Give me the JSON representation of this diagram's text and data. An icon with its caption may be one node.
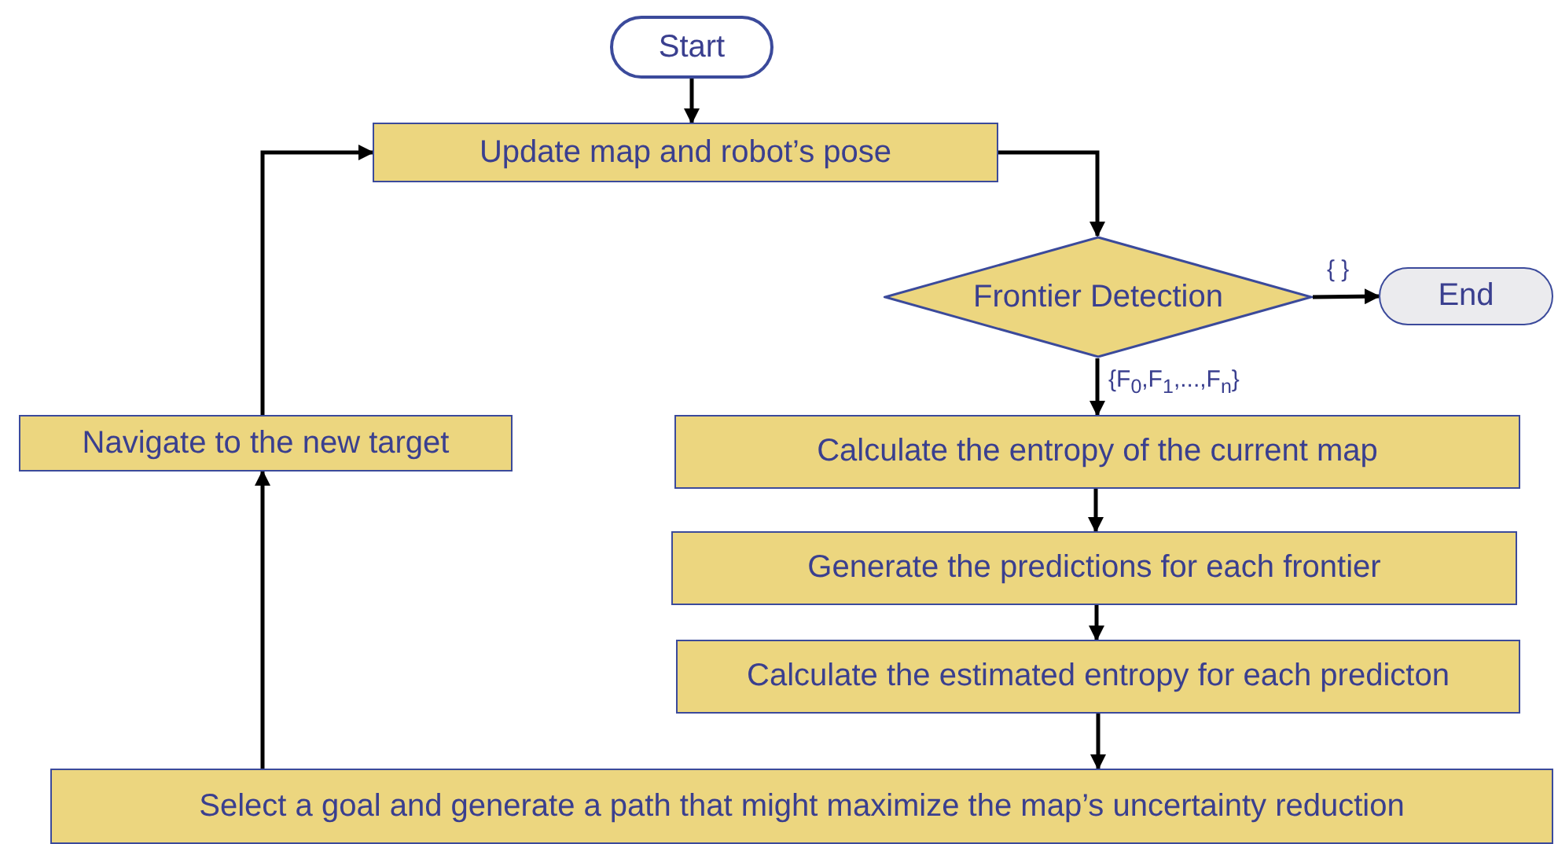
{
  "diagram": {
    "nodes": [
      {
        "text": [
          "Start"
        ]
      },
      {
        "text": [
          "Update map and robot’s pose"
        ]
      },
      {
        "text": [
          "Frontier Detection"
        ]
      },
      {
        "text": [
          "End"
        ]
      },
      {
        "text": [
          "Navigate to the new target"
        ]
      },
      {
        "text": [
          "Calculate the entropy of the current map"
        ]
      },
      {
        "text": [
          "Generate the predictions for each frontier"
        ]
      },
      {
        "text": [
          "Calculate the estimated entropy for each predicton"
        ]
      },
      {
        "text": [
          "Select a goal and generate a path that might maximize the map’s uncertainty reduction"
        ]
      }
    ],
    "edges": [
      {
        "from": 0,
        "to": 1,
        "arrow": "to"
      },
      {
        "from": 1,
        "to": 2,
        "arrow": "to"
      },
      {
        "from": 2,
        "to": 3,
        "arrow": "to",
        "label": "{ }"
      },
      {
        "from": 2,
        "to": 5,
        "arrow": "to",
        "label": "{F$_{0}$,F$_{1}$,...,F$_{n}$}"
      },
      {
        "from": 5,
        "to": 6,
        "arrow": "to"
      },
      {
        "from": 6,
        "to": 7,
        "arrow": "to"
      },
      {
        "from": 7,
        "to": 8,
        "arrow": "to"
      },
      {
        "from": 8,
        "to": 4,
        "arrow": "to"
      },
      {
        "from": 4,
        "to": 1,
        "arrow": "to"
      }
    ]
  }
}
